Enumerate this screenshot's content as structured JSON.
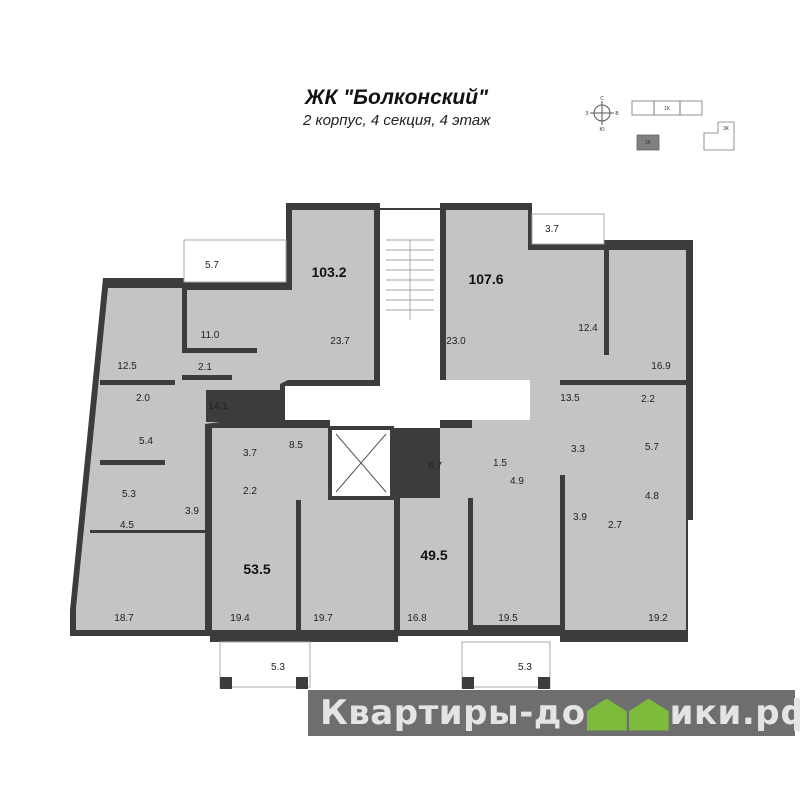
{
  "header": {
    "title": "ЖК \"Болконский\"",
    "subtitle": "2 корпус, 4 секция, 4 этаж"
  },
  "compass": {
    "north": "С",
    "south": "Ю",
    "west": "З",
    "east": "В"
  },
  "site_map": {
    "buildings": [
      "1К",
      "2К",
      "3К"
    ],
    "highlighted": "2К"
  },
  "apartments": [
    {
      "total_area": "103.2"
    },
    {
      "total_area": "107.6"
    },
    {
      "total_area": "53.5"
    },
    {
      "total_area": "49.5"
    }
  ],
  "rooms": [
    "5.7",
    "12.5",
    "11.0",
    "2.1",
    "2.0",
    "14.1",
    "5.4",
    "23.7",
    "23.0",
    "3.7",
    "12.4",
    "16.9",
    "13.5",
    "2.2",
    "3.7",
    "8.5",
    "2.2",
    "6.7",
    "1.5",
    "3.3",
    "5.7",
    "4.9",
    "4.8",
    "5.3",
    "3.9",
    "4.5",
    "3.9",
    "2.7",
    "18.7",
    "19.4",
    "19.7",
    "16.8",
    "19.5",
    "19.2",
    "5.3",
    "5.3"
  ],
  "watermark": {
    "text_before": "Квартиры-до",
    "text_after": "ики.рф",
    "accent_color": "#7dbb3c"
  }
}
